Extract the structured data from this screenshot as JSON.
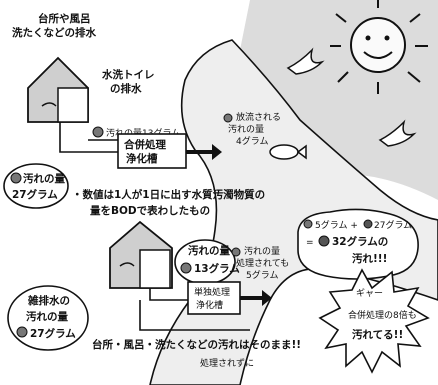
{
  "illustration": {
    "subject": "household wastewater pollution comparison",
    "icons": [
      "sun-icon",
      "bird-icon",
      "fish-icon",
      "house-icon",
      "toilet-icon",
      "tank-icon",
      "sink-icon"
    ]
  },
  "top": {
    "kitchen_bath_label": [
      "台所や風呂",
      "洗たくなどの排水"
    ],
    "toilet_label": [
      "水洗トイレ",
      "の排水"
    ],
    "toilet_pollution": "汚れの量13グラム",
    "treatment_tank": [
      "合併処理",
      "浄化槽"
    ],
    "discharged_label": [
      "放流される",
      "汚れの量",
      "4グラム"
    ],
    "pollution_bubble": [
      "汚れの量",
      "27グラム"
    ]
  },
  "note": [
    "・数値は1人が1日に出す水質汚濁物質の",
    "量をBODで表わしたもの"
  ],
  "bottom": {
    "toilet_pollution": [
      "汚れの量",
      "13グラム"
    ],
    "after_treatment": [
      "汚れの量",
      "処理されても",
      "5グラム"
    ],
    "treatment_tank": [
      "単独処理",
      "浄化槽"
    ],
    "grey_water_label": [
      "雑排水の",
      "汚れの量",
      "27グラム"
    ],
    "untreated_caption": "台所・風呂・洗たくなどの汚れはそのまま!!",
    "untreated_note": "処理されずに",
    "sum": [
      "5グラム + ",
      "27グラム",
      "= ",
      "32グラムの",
      "汚れ!!!"
    ],
    "warning": [
      "ギャー",
      "合併処理の8倍も",
      "汚れてる!!"
    ]
  },
  "colors": {
    "ink": "#111111",
    "river": "#e9e9e9",
    "sky": "#d9d9d9",
    "fill": "#cfcfcf"
  }
}
